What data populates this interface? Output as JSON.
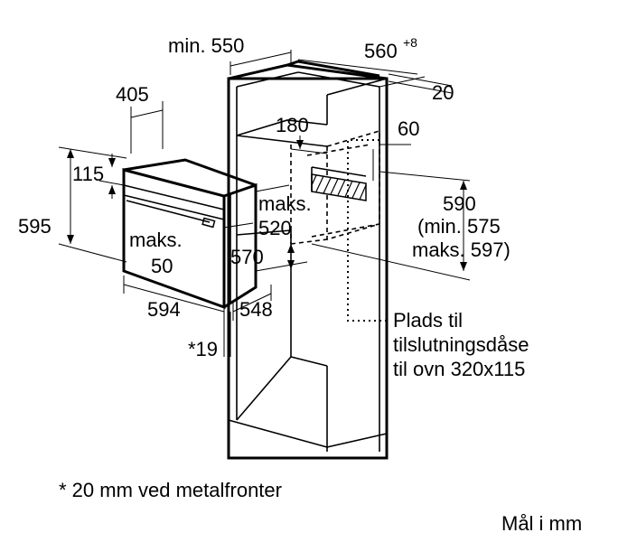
{
  "dimensions": {
    "min550": "min. 550",
    "d560": "560",
    "d560_sup": "+8",
    "d20": "20",
    "d405": "405",
    "d180": "180",
    "d60": "60",
    "d115": "115",
    "d595": "595",
    "maks520_a": "maks.",
    "maks520_b": "520",
    "maks50_a": "maks.",
    "maks50_b": "50",
    "d570": "570",
    "d590": "590",
    "min575": "(min. 575",
    "maks597": "maks. 597)",
    "d594": "594",
    "d548": "548",
    "star19": "*19"
  },
  "annotations": {
    "plads_line1": "Plads til",
    "plads_line2": "tilslutningsdåse",
    "plads_line3": "til ovn 320x115"
  },
  "footnotes": {
    "metal": "* 20 mm ved metalfronter",
    "units": "Mål i mm"
  }
}
